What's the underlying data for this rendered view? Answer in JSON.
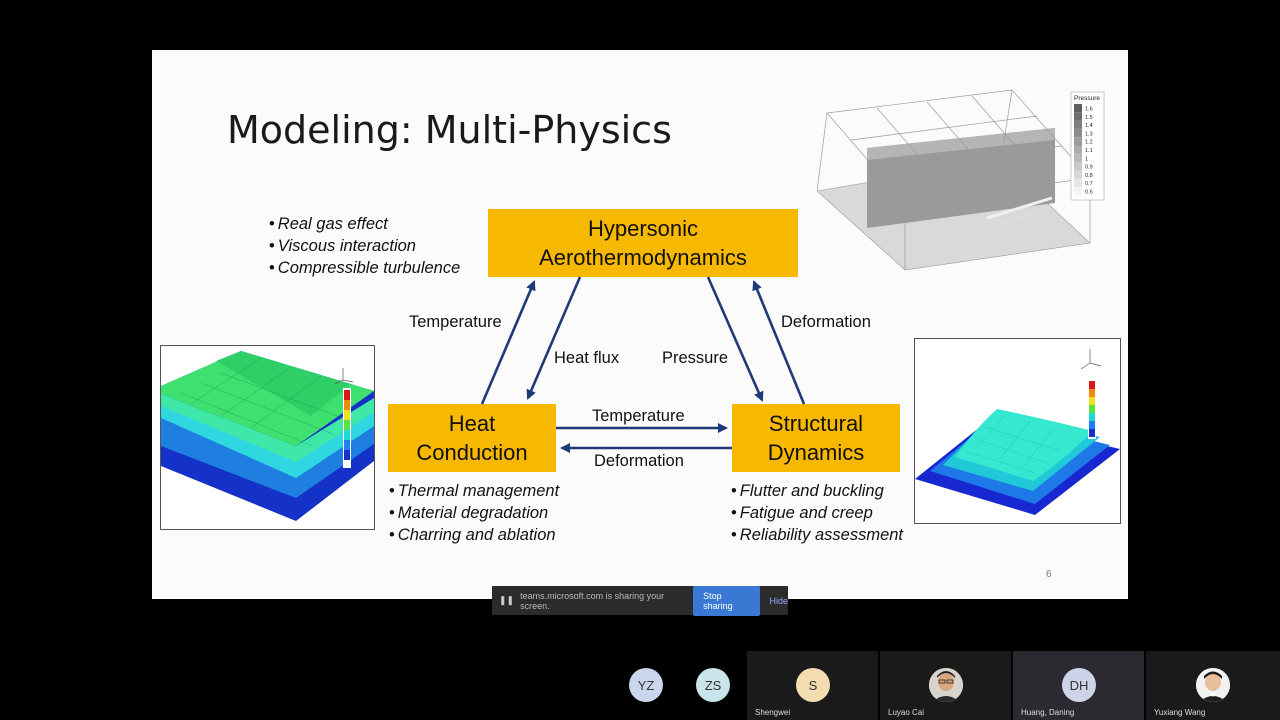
{
  "slide": {
    "title": "Modeling: Multi-Physics",
    "page_number": "6",
    "boxes": {
      "hypersonic_line1": "Hypersonic",
      "hypersonic_line2": "Aerothermodynamics",
      "heat_line1": "Heat",
      "heat_line2": "Conduction",
      "structural_line1": "Structural",
      "structural_line2": "Dynamics"
    },
    "bullets_top": [
      "Real gas effect",
      "Viscous interaction",
      "Compressible turbulence"
    ],
    "bullets_heat": [
      "Thermal management",
      "Material degradation",
      "Charring and ablation"
    ],
    "bullets_struct": [
      "Flutter and buckling",
      "Fatigue and creep",
      "Reliability assessment"
    ],
    "arrow_labels": {
      "temperature_left": "Temperature",
      "heat_flux": "Heat flux",
      "pressure": "Pressure",
      "deformation_right": "Deformation",
      "temperature_mid": "Temperature",
      "deformation_mid": "Deformation"
    },
    "pressure_legend": {
      "title": "Pressure",
      "levels": [
        "1.6",
        "1.5",
        "1.4",
        "1.3",
        "1.2",
        "1.1",
        "1",
        "0.9",
        "0.8",
        "0.7",
        "0.6"
      ]
    }
  },
  "share_banner": {
    "message": "teams.microsoft.com is sharing your screen.",
    "stop_label": "Stop sharing",
    "hide_label": "Hide"
  },
  "participants": {
    "initial_avatars": [
      {
        "initials": "YZ"
      },
      {
        "initials": "ZS"
      }
    ],
    "tiles": [
      {
        "name": "Shengwei",
        "initials": "S",
        "color": "#f3ddb0"
      },
      {
        "name": "Luyao Cai",
        "initials": "",
        "color": ""
      },
      {
        "name": "Huang, Daning",
        "initials": "DH",
        "color": "#cfd3ea"
      },
      {
        "name": "Yuxiang Wang",
        "initials": "",
        "color": ""
      }
    ]
  },
  "colors": {
    "box_fill": "#f6b800",
    "arrow": "#1e3a78",
    "slide_bg": "#fbfbfb",
    "stop_button": "#3a79d3"
  }
}
